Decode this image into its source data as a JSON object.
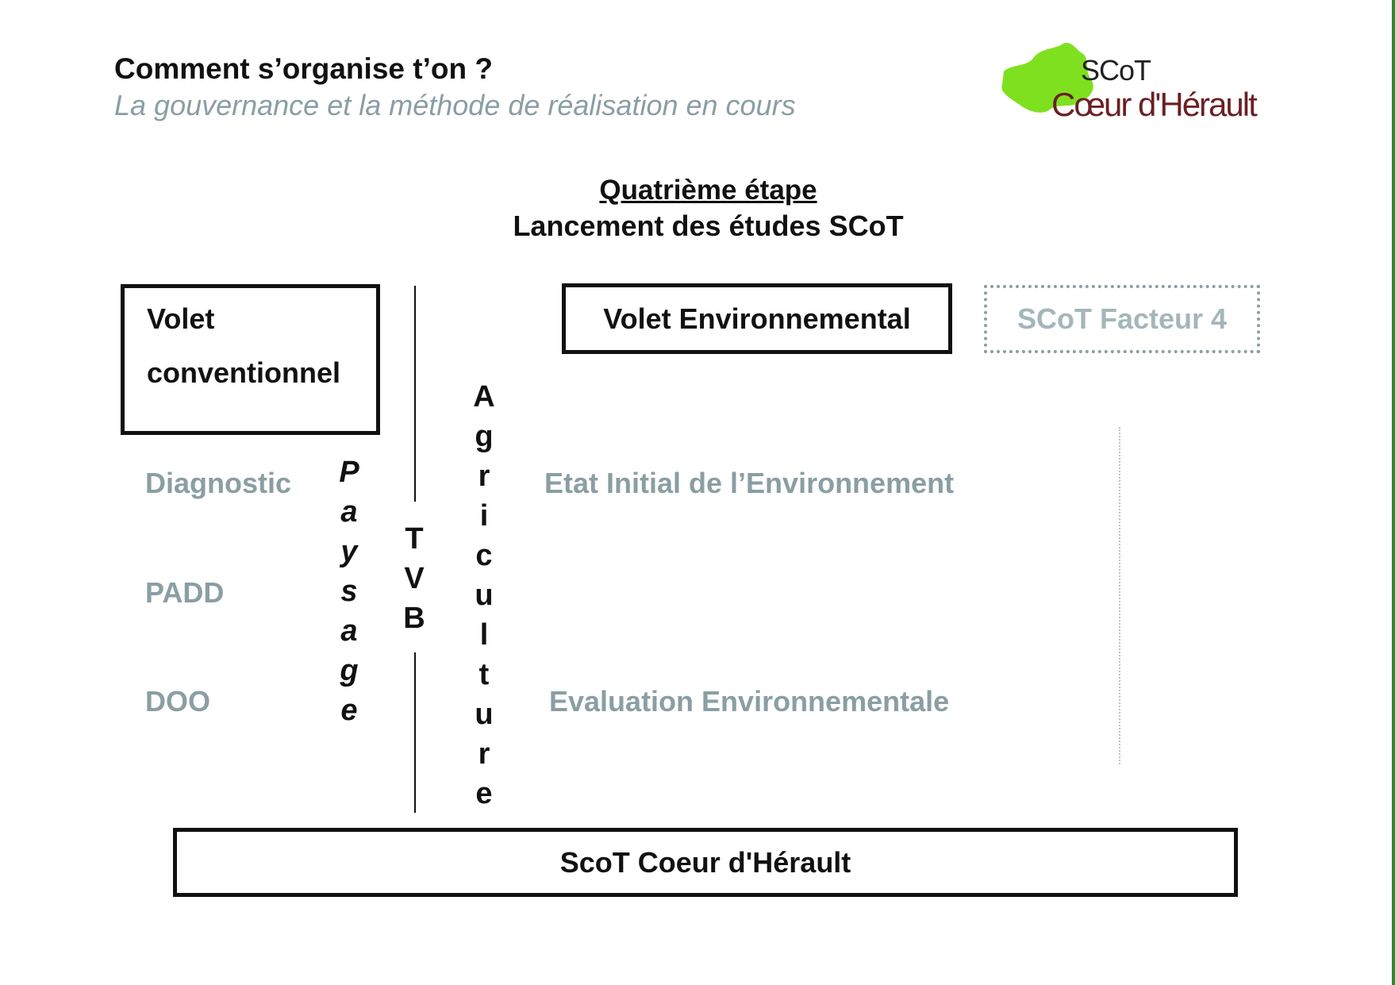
{
  "header": {
    "title": "Comment s’organise t’on ?",
    "subtitle": "La gouvernance et la méthode de réalisation en cours"
  },
  "logo": {
    "line1": "SCoT",
    "line2": "Cœur d'Hérault",
    "shape_color": "#7fe020"
  },
  "step": {
    "title": "Quatrième étape",
    "subtitle": "Lancement des études SCoT"
  },
  "boxes": {
    "conventionnel_line1": "Volet",
    "conventionnel_line2": "conventionnel",
    "environnemental": "Volet Environnemental",
    "facteur4": "SCoT Facteur 4",
    "bottom": "ScoT Coeur d'Hérault"
  },
  "phases_left": [
    "Diagnostic",
    "PADD",
    "DOO"
  ],
  "phases_env": [
    "Etat Initial de l’Environnement",
    "Evaluation Environnementale"
  ],
  "vertical_labels": {
    "paysage": [
      "P",
      "a",
      "y",
      "s",
      "a",
      "g",
      "e"
    ],
    "tvb": [
      "T",
      "V",
      "B"
    ],
    "agriculture": [
      "A",
      "g",
      "r",
      "i",
      "c",
      "u",
      "l",
      "t",
      "u",
      "r",
      "e"
    ]
  },
  "colors": {
    "muted_text": "#8a9ea4",
    "facteur_text": "#a4b6bb",
    "logo_name": "#6b1f24",
    "edge_green": "#2e8b2e"
  }
}
